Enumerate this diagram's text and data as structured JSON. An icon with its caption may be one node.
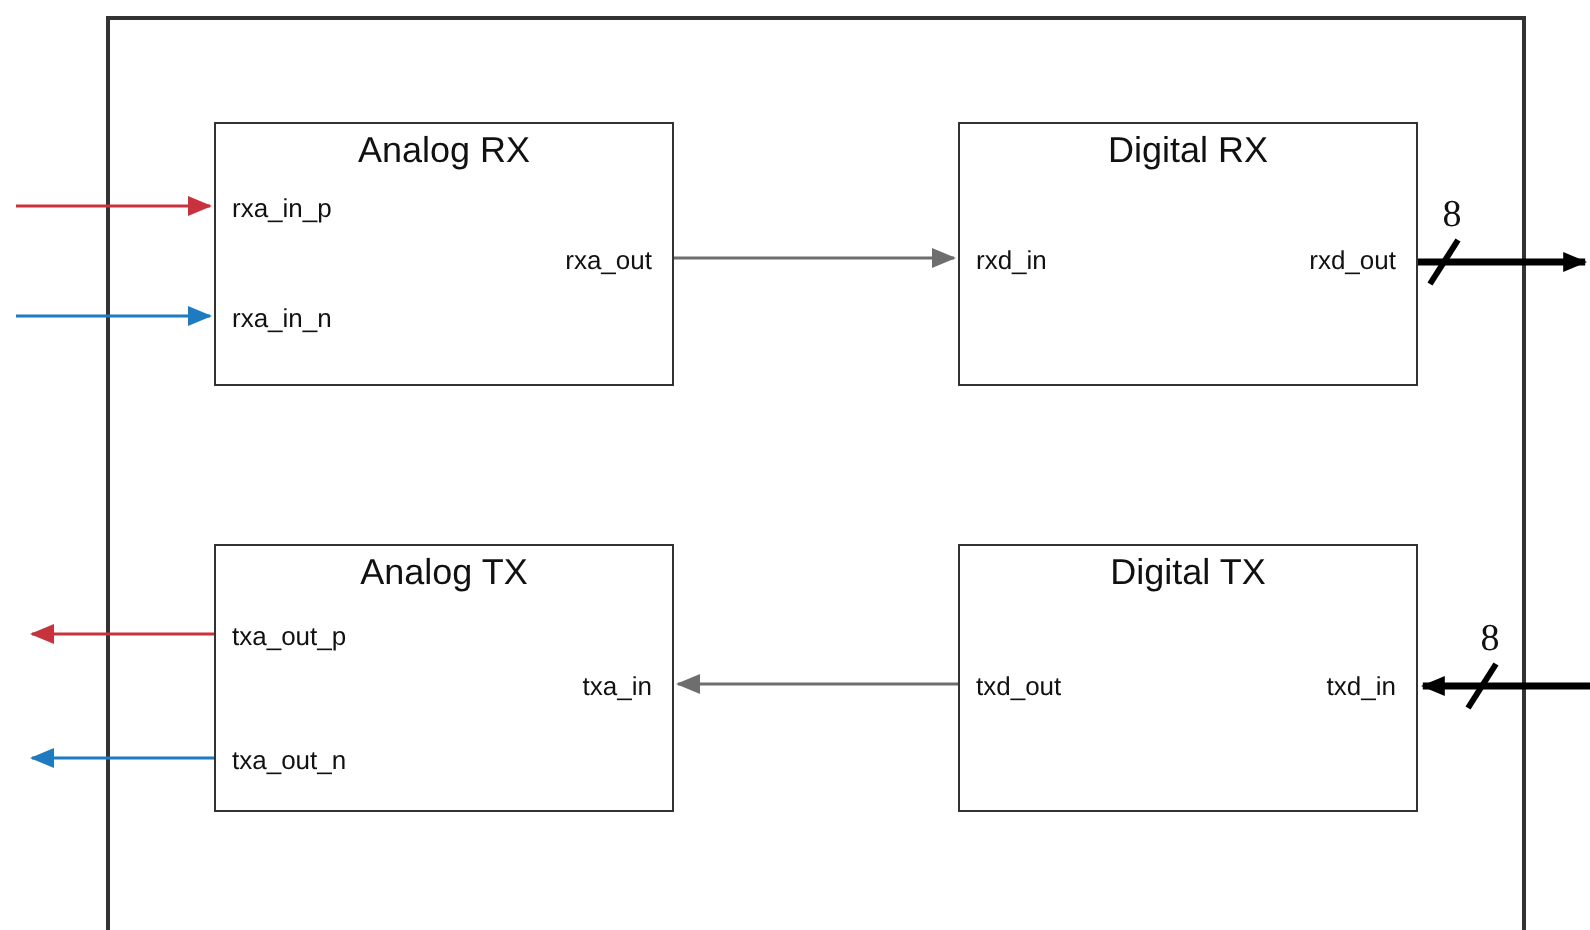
{
  "diagram": {
    "nodes": [
      {
        "text": [],
        "shape": "box"
      },
      {
        "text": [
          "Analog RX",
          "rxa_in_p",
          "rxa_in_n",
          "rxa_out"
        ],
        "in": 0
      },
      {
        "text": [
          "Digital RX",
          "rxd_in",
          "rxd_out"
        ],
        "in": 0
      },
      {
        "text": [
          "Analog TX",
          "txa_out_p",
          "txa_out_n",
          "txa_in"
        ],
        "in": 0
      },
      {
        "text": [
          "Digital TX",
          "txd_out",
          "txd_in"
        ],
        "in": 0
      }
    ],
    "edges": [
      {
        "from": null,
        "to": 1,
        "arrow": "to",
        "color": "#c8323c"
      },
      {
        "from": null,
        "to": 1,
        "arrow": "to",
        "color": "#1f7bc0"
      },
      {
        "from": 1,
        "to": 2,
        "arrow": "to"
      },
      {
        "from": 2,
        "to": null,
        "arrow": "to",
        "label": "8",
        "style": "thick",
        "color": "#000000"
      },
      {
        "from": 3,
        "to": null,
        "arrow": "to",
        "color": "#c8323c"
      },
      {
        "from": 3,
        "to": null,
        "arrow": "to",
        "color": "#1f7bc0"
      },
      {
        "from": 4,
        "to": 3,
        "arrow": "to"
      },
      {
        "from": null,
        "to": 4,
        "arrow": "to",
        "label": "8",
        "style": "thick",
        "color": "#000000"
      }
    ]
  }
}
